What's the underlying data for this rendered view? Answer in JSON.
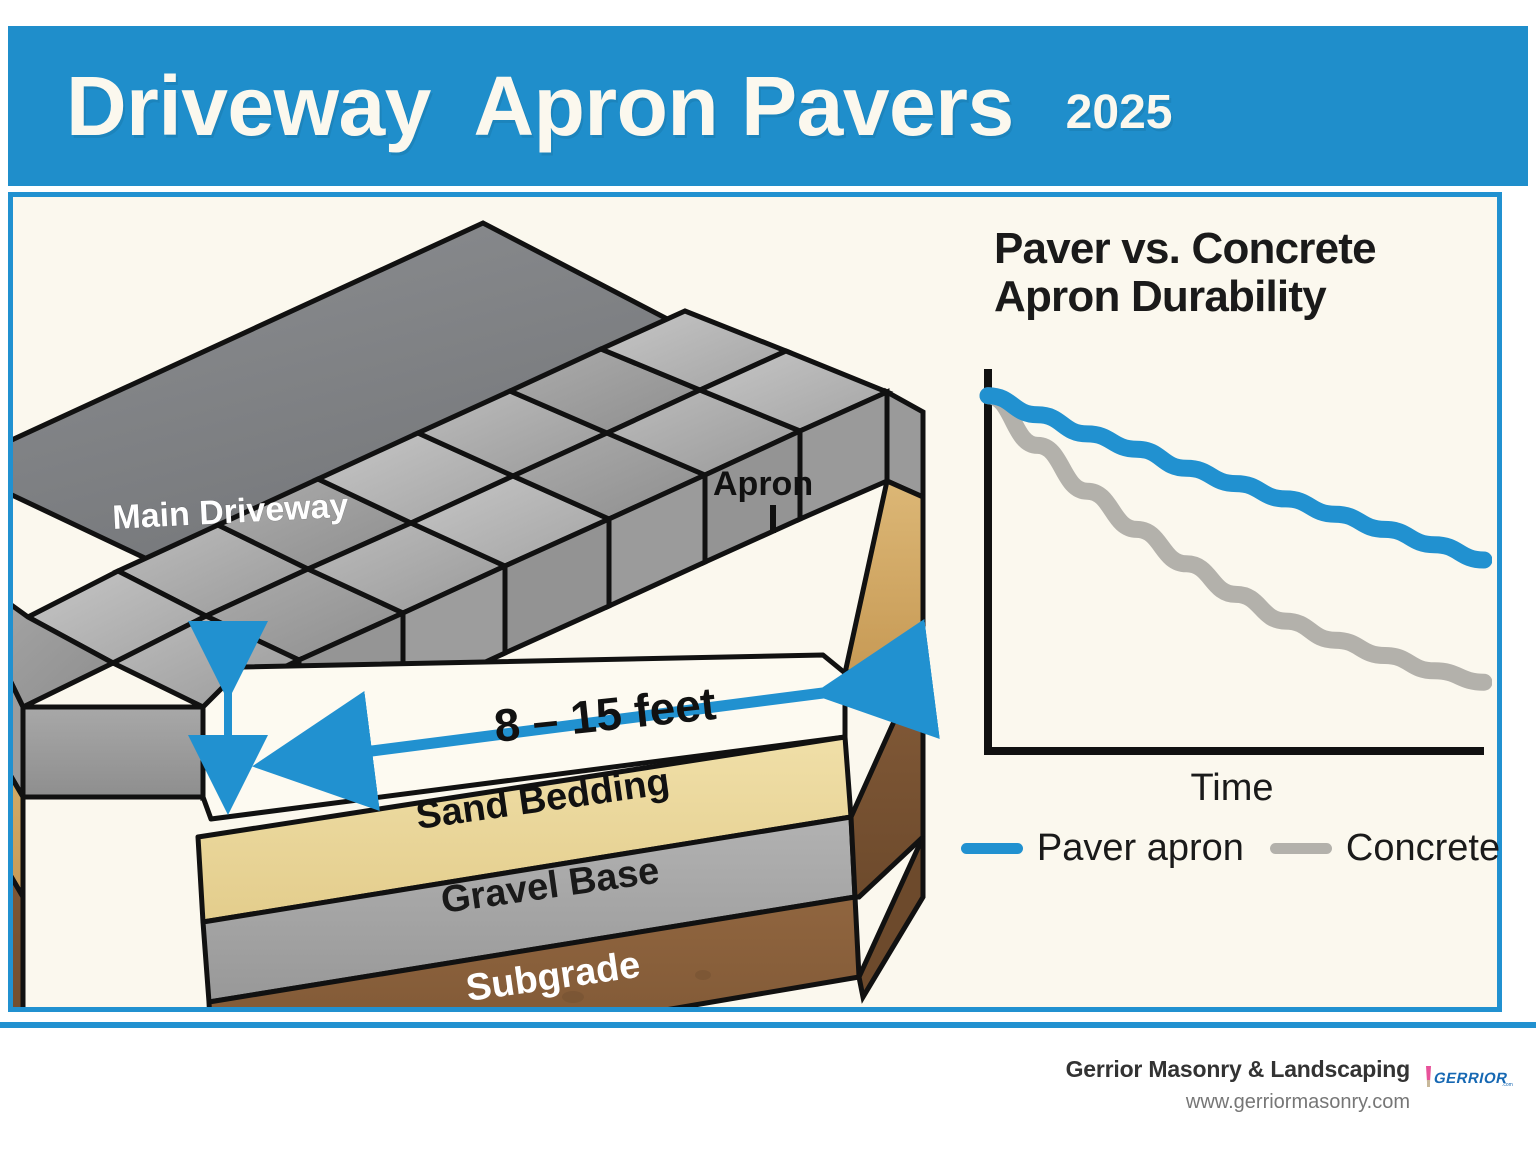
{
  "header": {
    "title": "Driveway  Apron Pavers",
    "year": "2025",
    "background_color": "#1f8ecb",
    "text_color": "#fbf8ee"
  },
  "panel": {
    "background_color": "#fbf8ee",
    "border_color": "#2191d0"
  },
  "diagram": {
    "labels": {
      "main_driveway": "Main Driveway",
      "apron": "Apron",
      "dimension": "8 – 15 feet",
      "sand_bedding": "Sand Bedding",
      "gravel_base": "Gravel Base",
      "subgrade": "Subgrade"
    },
    "colors": {
      "driveway_surface": "#7e8083",
      "paver_top": "#a9a9a9",
      "paver_side": "#969696",
      "sand": "#ebd89b",
      "sand_side": "#d5ac68",
      "gravel": "#a6a6a6",
      "soil": "#8a5f3d",
      "callout_white": "#fdfaf1",
      "arrow_blue": "#2191d0",
      "outline": "#111111"
    }
  },
  "chart_data": {
    "type": "line",
    "title": "Paver vs. Concrete\nApron Durability",
    "xlabel": "Time",
    "ylabel": "",
    "grid": false,
    "legend_position": "bottom",
    "axis_color": "#111111",
    "xlim": [
      0,
      10
    ],
    "ylim": [
      0,
      1
    ],
    "x": [
      0,
      1,
      2,
      3,
      4,
      5,
      6,
      7,
      8,
      9,
      10
    ],
    "series": [
      {
        "name": "Paver apron",
        "color": "#2191d0",
        "values": [
          0.93,
          0.88,
          0.83,
          0.79,
          0.74,
          0.7,
          0.66,
          0.62,
          0.58,
          0.54,
          0.5
        ]
      },
      {
        "name": "Concrete",
        "color": "#b3b1ab",
        "values": [
          0.93,
          0.8,
          0.68,
          0.58,
          0.49,
          0.41,
          0.34,
          0.29,
          0.25,
          0.21,
          0.18
        ]
      }
    ]
  },
  "footer": {
    "company": "Gerrior Masonry & Landscaping",
    "url": "www.gerriormasonry.com",
    "logo_text": "GERRIOR",
    "rule_color": "#2191d0"
  }
}
